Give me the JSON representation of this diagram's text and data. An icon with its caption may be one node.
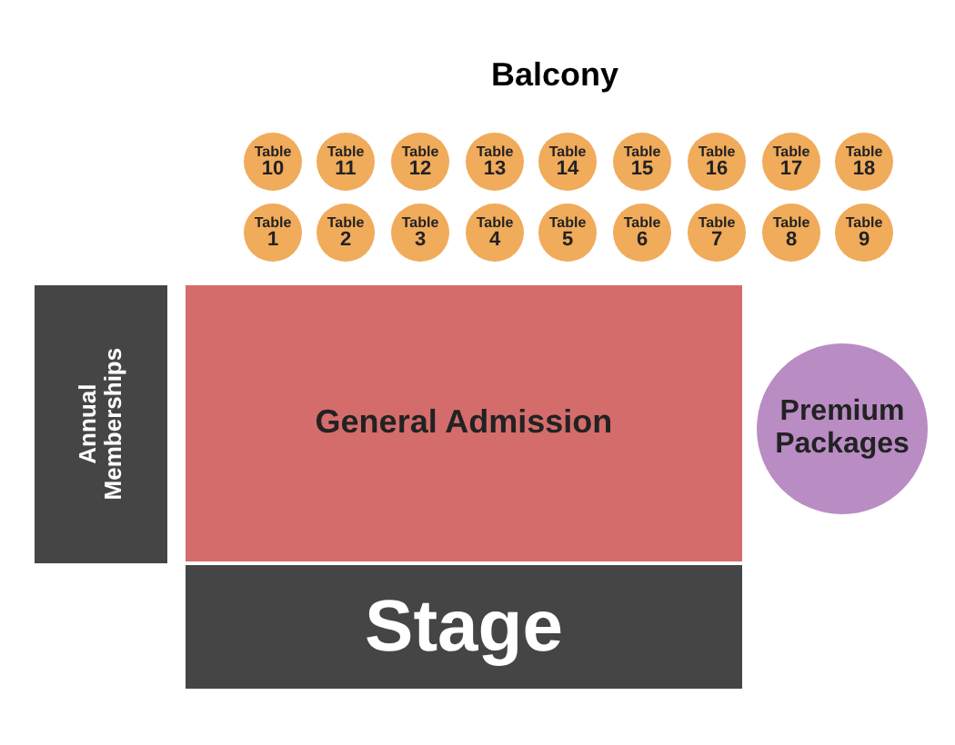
{
  "diagram": {
    "nodes": [
      {
        "text": [
          "Table",
          "10"
        ]
      },
      {
        "text": [
          "Table",
          "11"
        ]
      },
      {
        "text": [
          "Table",
          "12"
        ]
      },
      {
        "text": [
          "Table",
          "13"
        ]
      },
      {
        "text": [
          "Table",
          "14"
        ]
      },
      {
        "text": [
          "Table",
          "15"
        ]
      },
      {
        "text": [
          "Table",
          "16"
        ]
      },
      {
        "text": [
          "Table",
          "17"
        ]
      },
      {
        "text": [
          "Table",
          "18"
        ]
      },
      {
        "text": [
          "Table",
          "1"
        ]
      },
      {
        "text": [
          "Table",
          "2"
        ]
      },
      {
        "text": [
          "Table",
          "3"
        ]
      },
      {
        "text": [
          "Table",
          "4"
        ]
      },
      {
        "text": [
          "Table",
          "5"
        ]
      },
      {
        "text": [
          "Table",
          "6"
        ]
      },
      {
        "text": [
          "Table",
          "7"
        ]
      },
      {
        "text": [
          "Table",
          "8"
        ]
      },
      {
        "text": [
          "Table",
          "9"
        ]
      },
      {
        "text": [
          "Annual Memberships"
        ]
      },
      {
        "text": [
          "General Admission"
        ]
      },
      {
        "text": [
          "Premium Packages"
        ]
      },
      {
        "text": [
          "Stage"
        ]
      }
    ],
    "labels": [
      "Balcony"
    ]
  }
}
